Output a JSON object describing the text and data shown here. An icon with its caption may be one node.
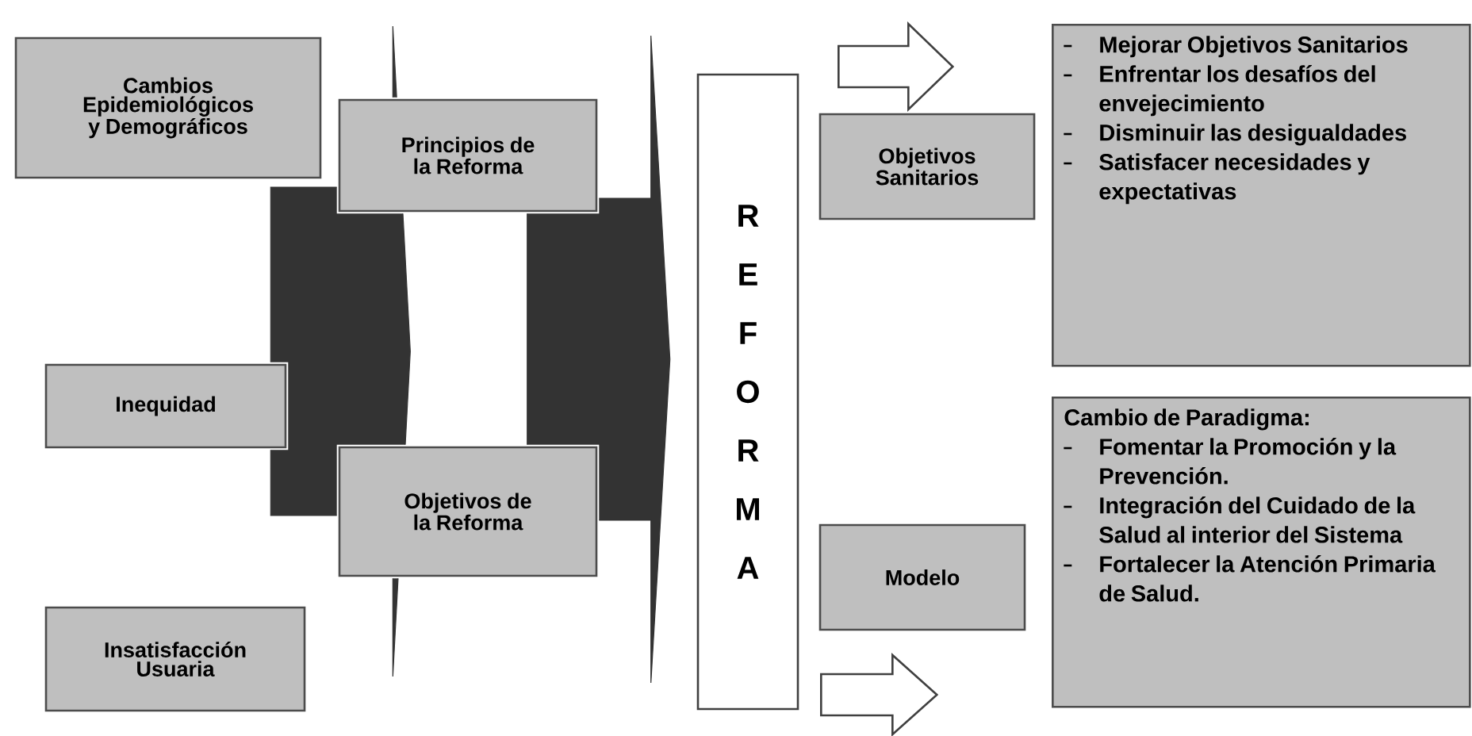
{
  "diagram": {
    "nodes": [
      {
        "text": [
          "Cambios Epidemiológicos y Demográficos"
        ]
      },
      {
        "text": [
          "Inequidad"
        ]
      },
      {
        "text": [
          "Insatisfacción Usuaria"
        ]
      },
      {
        "text": [
          "Principios de la Reforma"
        ]
      },
      {
        "text": [
          "Objetivos de la Reforma"
        ]
      },
      {
        "text": [
          "R E F O R M A"
        ]
      },
      {
        "text": [
          "Objetivos Sanitarios"
        ]
      },
      {
        "text": [
          "Mejorar Objetivos Sanitarios",
          "Enfrentar los desafíos del envejecimiento",
          "Disminuir las desigualdades",
          "Satisfacer necesidades y expectativas"
        ]
      },
      {
        "text": [
          "Modelo"
        ]
      },
      {
        "text": [
          "Cambio de Paradigma:",
          "Fomentar la Promoción y la Prevención.",
          "Integración del Cuidado de la Salud al interior del Sistema",
          "Fortalecer la Atención Primaria de Salud."
        ]
      }
    ],
    "edges": [
      {
        "from": 1,
        "to": null,
        "arrow": "to"
      },
      {
        "from": null,
        "to": 5,
        "arrow": "to"
      },
      {
        "from": 5,
        "to": null,
        "arrow": "to"
      },
      {
        "from": 5,
        "to": null,
        "arrow": "to"
      }
    ]
  }
}
